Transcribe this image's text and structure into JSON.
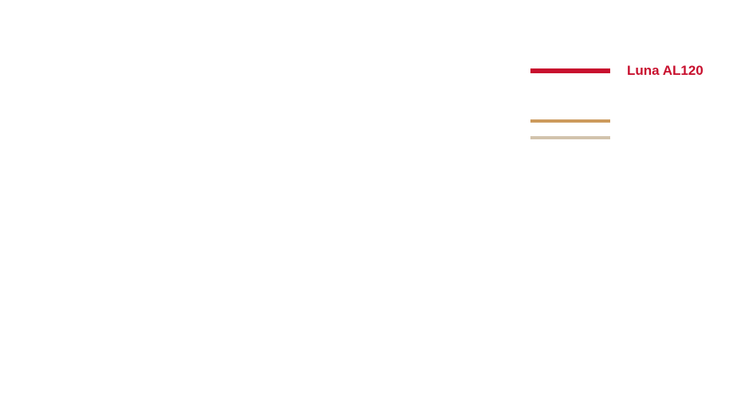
{
  "chart_data": {
    "type": "line",
    "title": "",
    "xlabel": "",
    "ylabel": "",
    "grid": false,
    "legend_position": "top-right",
    "series": [
      {
        "name": "Luna AL120",
        "color": "#c8102e",
        "values": []
      },
      {
        "name": "",
        "color": "#cc9a5c",
        "values": []
      },
      {
        "name": "",
        "color": "#d2c3ac",
        "values": []
      }
    ]
  }
}
